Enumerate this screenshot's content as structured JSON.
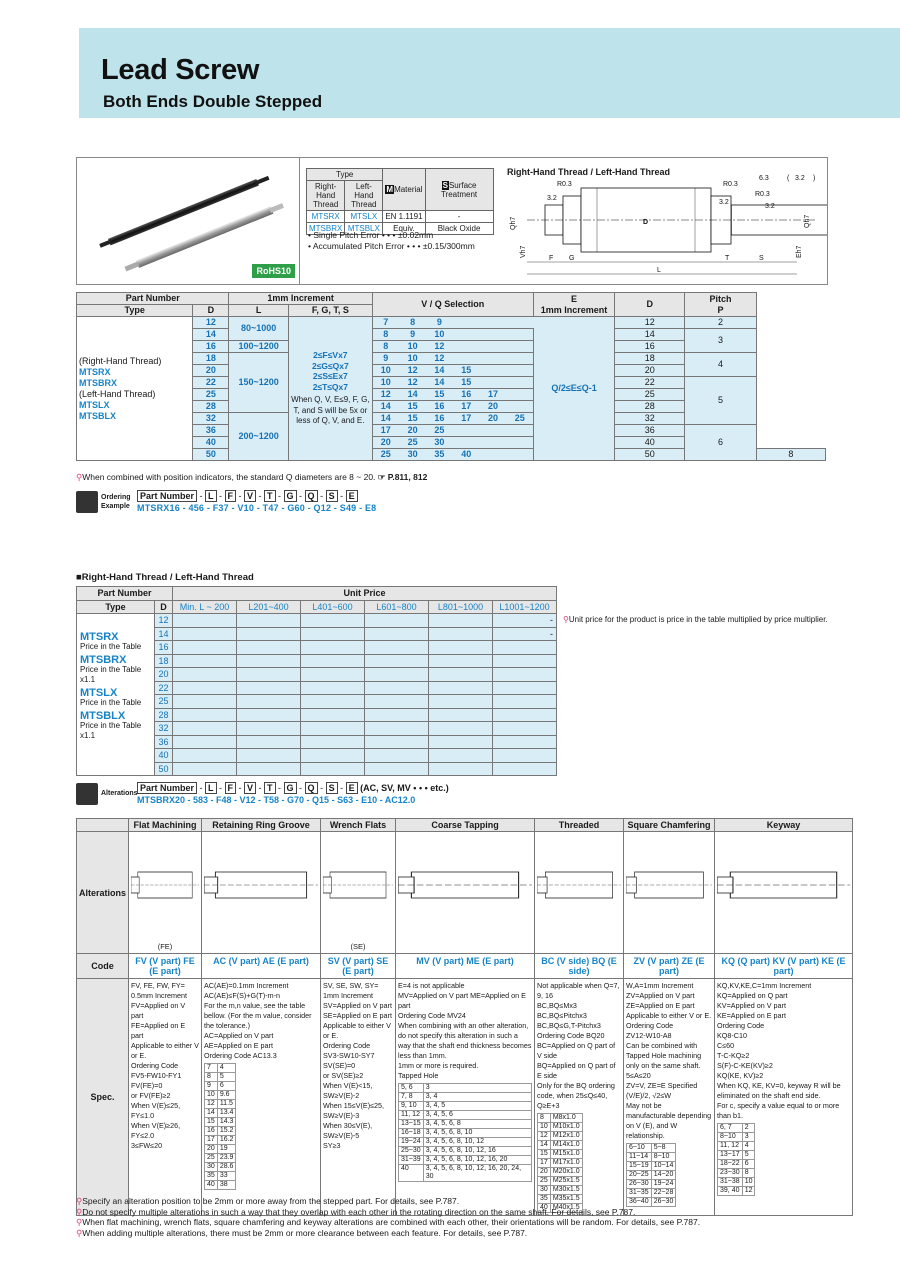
{
  "header": {
    "title": "Lead Screw",
    "subtitle": "Both Ends Double Stepped"
  },
  "overview": {
    "rohs": "RoHS10",
    "type_table": {
      "type_header": "Type",
      "col_rh": "Right-Hand Thread",
      "col_lh": "Left-Hand Thread",
      "col_material": "Material",
      "col_surface": "Surface Treatment",
      "rows": [
        {
          "rh": "MTSRX",
          "lh": "MTSLX",
          "material": "EN 1.1191",
          "surface": "-"
        },
        {
          "rh": "MTSBRX",
          "lh": "MTSBLX",
          "material": "Equiv.",
          "surface": "Black Oxide"
        }
      ]
    },
    "notes": [
      "• Single Pitch Error • • • ±0.02mm",
      "• Accumulated Pitch Error • • • ±0.15/300mm"
    ],
    "drawing_title": "Right-Hand Thread / Left-Hand Thread",
    "roughness": "6.3",
    "roughness_2": "3.2",
    "dims": {
      "r1": "R0.3",
      "r2": "R0.3",
      "r3": "R0.3",
      "s1": "3.2",
      "s2": "3.2",
      "s3": "3.2",
      "qh7": "Qh7",
      "vh7": "Vh7",
      "eh7": "Eh7",
      "d": "D",
      "f": "F",
      "g": "G",
      "t": "T",
      "s": "S",
      "l": "L"
    }
  },
  "main_table": {
    "h_part_number": "Part Number",
    "h_type": "Type",
    "h_d": "D",
    "h_increment": "1mm Increment",
    "h_l": "L",
    "h_fgts": "F, G, T, S",
    "h_vq": "V / Q Selection",
    "h_e": "E",
    "h_e_sub": "1mm Increment",
    "h_d2": "D",
    "h_pitch": "Pitch",
    "h_pitch_p": "P",
    "types": [
      "(Right-Hand Thread)",
      "MTSRX",
      "MTSBRX",
      "(Left-Hand Thread)",
      "MTSLX",
      "MTSBLX"
    ],
    "rows": [
      {
        "d": "12",
        "vq": [
          "7",
          "8",
          "9",
          "",
          "",
          ""
        ],
        "d2": "12"
      },
      {
        "d": "14",
        "vq": [
          "8",
          "9",
          "10",
          "",
          "",
          ""
        ],
        "d2": "14"
      },
      {
        "d": "16",
        "vq": [
          "8",
          "10",
          "12",
          "",
          "",
          ""
        ],
        "d2": "16"
      },
      {
        "d": "18",
        "vq": [
          "9",
          "10",
          "12",
          "",
          "",
          ""
        ],
        "d2": "18"
      },
      {
        "d": "20",
        "vq": [
          "10",
          "12",
          "14",
          "15",
          "",
          ""
        ],
        "d2": "20"
      },
      {
        "d": "22",
        "vq": [
          "10",
          "12",
          "14",
          "15",
          "",
          ""
        ],
        "d2": "22"
      },
      {
        "d": "25",
        "vq": [
          "12",
          "14",
          "15",
          "16",
          "17",
          ""
        ],
        "d2": "25"
      },
      {
        "d": "28",
        "vq": [
          "14",
          "15",
          "16",
          "17",
          "20",
          ""
        ],
        "d2": "28"
      },
      {
        "d": "32",
        "vq": [
          "14",
          "15",
          "16",
          "17",
          "20",
          "25"
        ],
        "d2": "32"
      },
      {
        "d": "36",
        "vq": [
          "17",
          "20",
          "25",
          "",
          "",
          ""
        ],
        "d2": "36"
      },
      {
        "d": "40",
        "vq": [
          "20",
          "25",
          "30",
          "",
          "",
          ""
        ],
        "d2": "40"
      },
      {
        "d": "50",
        "vq": [
          "25",
          "30",
          "35",
          "40",
          "",
          ""
        ],
        "d2": "50"
      }
    ],
    "l_ranges": [
      "80~1000",
      "100~1200",
      "150~1200",
      "200~1200"
    ],
    "fgts_lines": [
      "2≤F≤Vx7",
      "2≤G≤Qx7",
      "2≤S≤Ex7",
      "2≤T≤Qx7"
    ],
    "fgts_note": "When Q, V, E≤9, F, G, T, and S will be 5x or less of Q, V, and E.",
    "e_rule": "Q/2≤E≤Q-1",
    "pitches": [
      "2",
      "3",
      "4",
      "5",
      "6",
      "8"
    ],
    "footnote": "When combined with position indicators, the standard Q diameters are 8 ~ 20.",
    "footnote_ref": "P.811, 812"
  },
  "ordering": {
    "label": "Ordering Example",
    "fields": [
      "Part Number",
      "L",
      "F",
      "V",
      "T",
      "G",
      "Q",
      "S",
      "E"
    ],
    "example": "MTSRX16 - 456 - F37 - V10 - T47 - G60 - Q12 - S49 - E8"
  },
  "price": {
    "section_title": "Right-Hand Thread / Left-Hand Thread",
    "h_part_number": "Part Number",
    "h_unit_price": "Unit Price",
    "h_type": "Type",
    "h_d": "D",
    "cols": [
      "Min. L ~ 200",
      "L201~400",
      "L401~600",
      "L601~800",
      "L801~1000",
      "L1001~1200"
    ],
    "d_values": [
      "12",
      "14",
      "16",
      "18",
      "20",
      "22",
      "25",
      "28",
      "32",
      "36",
      "40",
      "50"
    ],
    "types": [
      {
        "name": "MTSRX",
        "note": "Price in the Table"
      },
      {
        "name": "MTSBRX",
        "note": "Price in the Table x1.1"
      },
      {
        "name": "MTSLX",
        "note": "Price in the Table"
      },
      {
        "name": "MTSBLX",
        "note": "Price in the Table x1.1"
      }
    ],
    "dash": "-",
    "note": "Unit price for the product is price in the table multiplied by price multiplier."
  },
  "alterations_order": {
    "label": "Alterations",
    "fields": [
      "Part Number",
      "L",
      "F",
      "V",
      "T",
      "G",
      "Q",
      "S",
      "E"
    ],
    "suffix": "(AC, SV, MV • • • etc.)",
    "example": "MTSBRX20 - 583 - F48 - V12 - T58 - G70 - Q15 - S63 - E10 - AC12.0"
  },
  "alterations": {
    "row_alterations": "Alterations",
    "row_code": "Code",
    "row_spec": "Spec.",
    "columns": [
      {
        "title": "Flat Machining",
        "code": "FV (V part)  FE (E part)",
        "fig": "(FE)",
        "spec": [
          "FV, FE, FW, FY=",
          "0.5mm Increment",
          "FV=Applied on V part",
          "FE=Applied on E part",
          "Applicable to either V or E.",
          "Ordering Code",
          "FV5-FW10-FY1",
          "FV(FE)=0",
          "or FV(FE)≥2",
          "When V(E)≤25, FY≤1.0",
          "When V(E)≥26, FY≤2.0",
          "3≤FW≤20"
        ]
      },
      {
        "title": "Retaining Ring Groove",
        "code": "AC (V part)  AE (E part)",
        "spec": [
          "AC(AE)=0.1mm Increment",
          "AC(AE)≤F(S)+G(T)-m-n",
          "For the m,n value, see the table bellow. (For the m value, consider the tolerance.)",
          "AC=Applied on V part",
          "AE=Applied on E part",
          "Ordering Code  AC13.3"
        ],
        "sub_rows": [
          [
            "7",
            "4"
          ],
          [
            "8",
            "5"
          ],
          [
            "9",
            "6"
          ],
          [
            "10",
            "9.6"
          ],
          [
            "12",
            "11.5"
          ],
          [
            "14",
            "13.4"
          ],
          [
            "15",
            "14.3"
          ],
          [
            "16",
            "15.2"
          ],
          [
            "17",
            "16.2"
          ],
          [
            "20",
            "19"
          ],
          [
            "25",
            "23.9"
          ],
          [
            "30",
            "28.6"
          ],
          [
            "35",
            "33"
          ],
          [
            "40",
            "38"
          ]
        ]
      },
      {
        "title": "Wrench Flats",
        "code": "SV (V part)  SE (E part)",
        "fig": "(SE)",
        "spec": [
          "SV, SE, SW, SY=",
          "1mm Increment",
          "SV=Applied on V part",
          "SE=Applied on E part",
          "Applicable to either V or E.",
          "Ordering Code",
          "SV3-SW10-SY7",
          "SV(SE)=0",
          "or SV(SE)≥2",
          "When V(E)<15, SW≥V(E)-2",
          "When 15≤V(E)≤25, SW≥V(E)-3",
          "When 30≤V(E), SW≥V(E)-5",
          "SY≥3"
        ]
      },
      {
        "title": "Coarse Tapping",
        "code": "MV (V part)  ME (E part)",
        "spec": [
          "E=4 is not applicable",
          "MV=Applied on V part  ME=Applied on E part",
          "Ordering Code  MV24",
          "When combining with an other alteration, do not specify this alteration in such a way that the shaft end thickness becomes less than 1mm.",
          "1mm or more is required.",
          "Tapped Hole"
        ],
        "sub_rows": [
          [
            "5, 6",
            "3"
          ],
          [
            "7, 8",
            "3, 4"
          ],
          [
            "9, 10",
            "3, 4, 5"
          ],
          [
            "11, 12",
            "3, 4, 5, 6"
          ],
          [
            "13~15",
            "3, 4, 5, 6, 8"
          ],
          [
            "16~18",
            "3, 4, 5, 6, 8, 10"
          ],
          [
            "19~24",
            "3, 4, 5, 6, 8, 10, 12"
          ],
          [
            "25~30",
            "3, 4, 5, 6, 8, 10, 12, 16"
          ],
          [
            "31~39",
            "3, 4, 5, 6, 8, 10, 12, 16, 20"
          ],
          [
            "40",
            "3, 4, 5, 6, 8, 10, 12, 16, 20, 24, 30"
          ]
        ]
      },
      {
        "title": "Threaded",
        "code": "BC (V side)  BQ (E side)",
        "spec": [
          "Not applicable when Q=7, 9, 16",
          "BC,BQ≤Mx3",
          "BC,BQ≤Pitchx3",
          "BC,BQ≤G,T-Pitchx3",
          "Ordering Code  BQ20",
          "BC=Applied on Q part of V side",
          "BQ=Applied on Q part of E side",
          "Only for the BQ ordering code, when 25≤Q≤40, Q≥E+3"
        ],
        "sub_rows": [
          [
            "8",
            "M8x1.0"
          ],
          [
            "10",
            "M10x1.0"
          ],
          [
            "12",
            "M12x1.0"
          ],
          [
            "14",
            "M14x1.0"
          ],
          [
            "15",
            "M15x1.0"
          ],
          [
            "17",
            "M17x1.0"
          ],
          [
            "20",
            "M20x1.0"
          ],
          [
            "25",
            "M25x1.5"
          ],
          [
            "30",
            "M30x1.5"
          ],
          [
            "35",
            "M35x1.5"
          ],
          [
            "40",
            "M40x1.5"
          ]
        ]
      },
      {
        "title": "Square Chamfering",
        "code": "ZV (V part)  ZE (E part)",
        "spec": [
          "W,A=1mm Increment",
          "ZV=Applied on V part",
          "ZE=Applied on E part",
          "Applicable to either V or E.",
          "Ordering Code",
          "ZV12-W10-A8",
          "Can be combined with Tapped Hole machining only on the same shaft.",
          "5≤A≤20",
          "ZV=V, ZE=E Specified",
          "(V/E)/2, √2≤W",
          "May not be manufacturable depending on V (E), and W relationship."
        ],
        "sub_rows": [
          [
            "6~10",
            "5~8"
          ],
          [
            "11~14",
            "8~10"
          ],
          [
            "15~19",
            "10~14"
          ],
          [
            "20~25",
            "14~20"
          ],
          [
            "26~30",
            "19~24"
          ],
          [
            "31~35",
            "22~28"
          ],
          [
            "36~40",
            "26~30"
          ]
        ]
      },
      {
        "title": "Keyway",
        "code": "KQ (Q part)  KV (V part)  KE (E part)",
        "spec": [
          "KQ,KV,KE,C=1mm Increment",
          "KQ=Applied on Q part",
          "KV=Applied on V part",
          "KE=Applied on E part",
          "Ordering Code",
          "KQ8-C10",
          "C≤60",
          "T-C-KQ≥2",
          "S(F)-C-KE(KV)≥2",
          "KQ(KE, KV)≥2",
          "When KQ, KE, KV=0, keyway R will be eliminated on the shaft end side.",
          "For c, specify a value equal to or more than b1."
        ],
        "sub_rows": [
          [
            "6, 7",
            "2"
          ],
          [
            "8~10",
            "3"
          ],
          [
            "11, 12",
            "4"
          ],
          [
            "13~17",
            "5"
          ],
          [
            "18~22",
            "6"
          ],
          [
            "23~30",
            "8"
          ],
          [
            "31~38",
            "10"
          ],
          [
            "39, 40",
            "12"
          ]
        ]
      }
    ]
  },
  "footnotes": [
    "Specify an alteration position to be 2mm or more away from the stepped part. For details, see P.787.",
    "Do not specify multiple alterations in such a way that they overlap with each other in the rotating direction on the same shaft. For details, see P.787.",
    "When flat machining, wrench flats, square chamfering and keyway alterations are combined with each other, their orientations will be random. For details, see P.787.",
    "When adding multiple alterations, there must be 2mm or more clearance between each feature. For details, see P.787."
  ]
}
